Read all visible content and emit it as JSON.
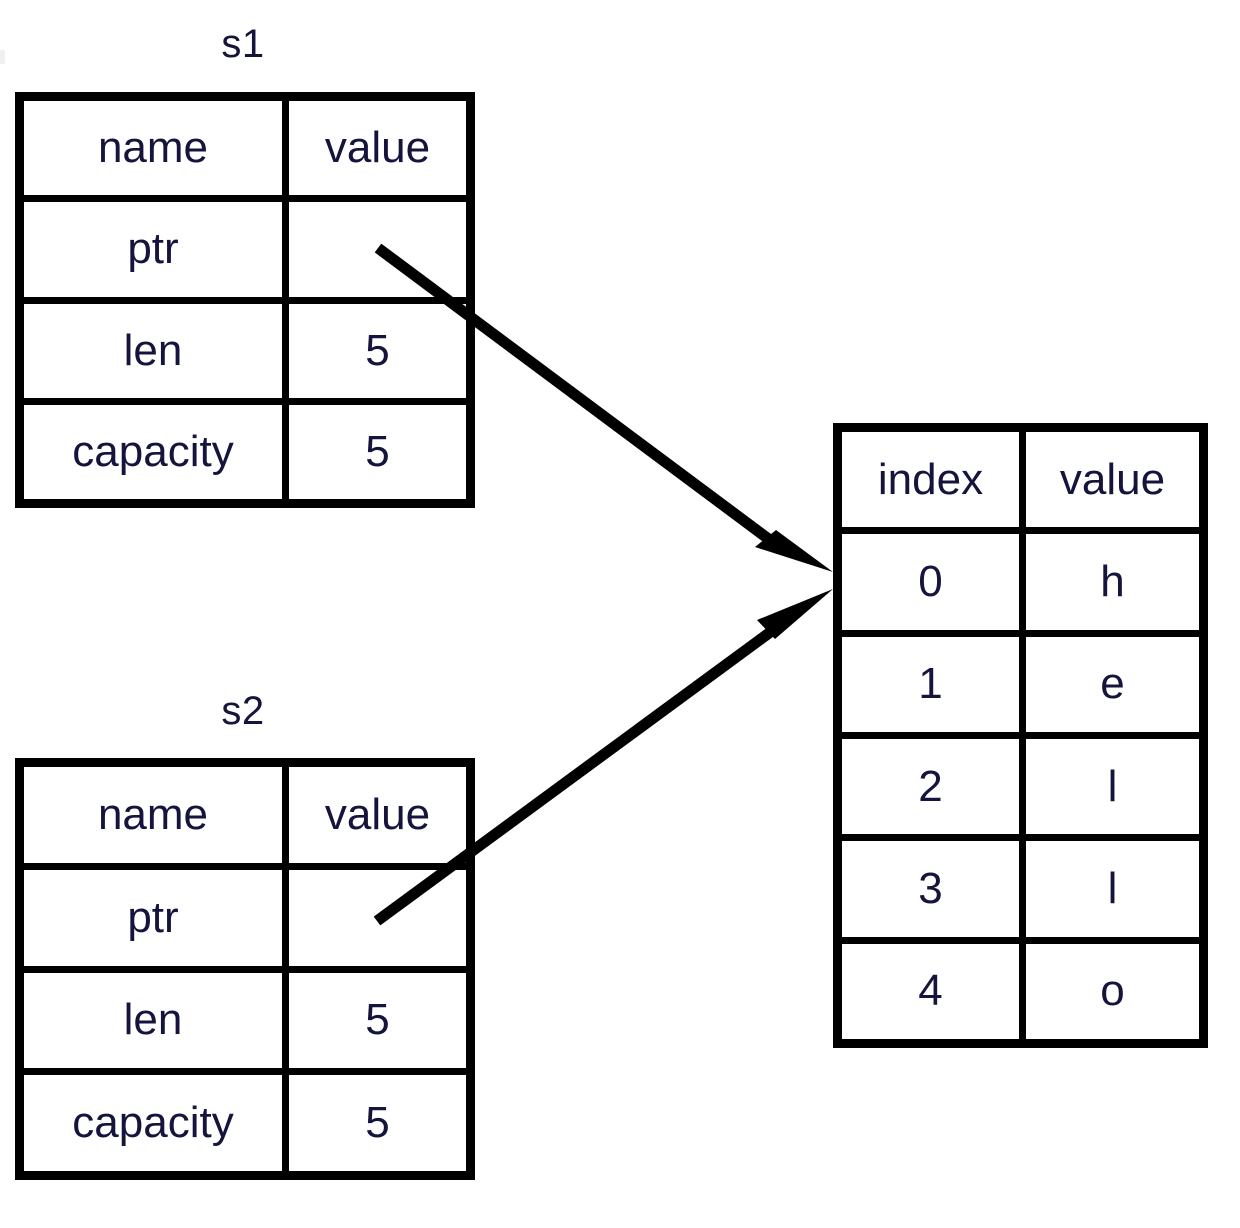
{
  "diagram": {
    "title_s1": "s1",
    "title_s2": "s2",
    "structs": [
      {
        "name": "s1",
        "headers": {
          "name": "name",
          "value": "value"
        },
        "rows": [
          {
            "name": "ptr",
            "value": ""
          },
          {
            "name": "len",
            "value": "5"
          },
          {
            "name": "capacity",
            "value": "5"
          }
        ]
      },
      {
        "name": "s2",
        "headers": {
          "name": "name",
          "value": "value"
        },
        "rows": [
          {
            "name": "ptr",
            "value": ""
          },
          {
            "name": "len",
            "value": "5"
          },
          {
            "name": "capacity",
            "value": "5"
          }
        ]
      }
    ],
    "array": {
      "headers": {
        "index": "index",
        "value": "value"
      },
      "rows": [
        {
          "index": "0",
          "value": "h"
        },
        {
          "index": "1",
          "value": "e"
        },
        {
          "index": "2",
          "value": "l"
        },
        {
          "index": "3",
          "value": "l"
        },
        {
          "index": "4",
          "value": "o"
        }
      ]
    },
    "arrows": [
      {
        "name": "s1-ptr-arrow",
        "from": "s1.ptr.value",
        "to": "array.row0"
      },
      {
        "name": "s2-ptr-arrow",
        "from": "s2.ptr.value",
        "to": "array.row0"
      }
    ],
    "colors": {
      "stroke": "#000000",
      "text": "#14143c",
      "background": "#ffffff"
    }
  }
}
